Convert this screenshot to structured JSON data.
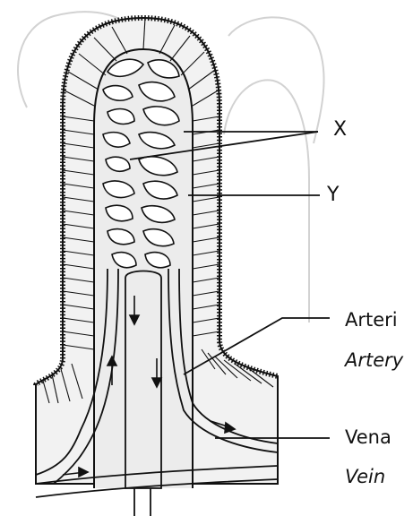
{
  "labels": {
    "x": "X",
    "y": "Y",
    "artery_ms": "Arteri",
    "artery_en": "Artery",
    "vein_ms": "Vena",
    "vein_en": "Vein"
  },
  "colors": {
    "ink": "#111111",
    "villus_fill": "#ececec",
    "capillary_fill": "#e3e3e3",
    "background_villus_outline": "#d2d2d2"
  }
}
